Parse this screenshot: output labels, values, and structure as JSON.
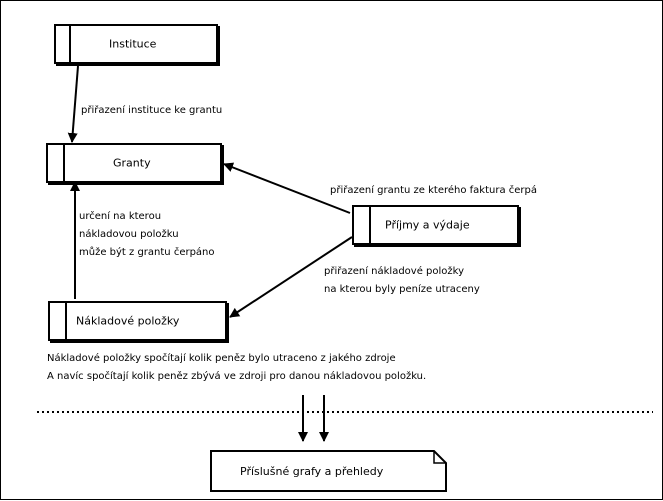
{
  "nodes": {
    "instituce": "Instituce",
    "granty": "Granty",
    "prijmy": "Příjmy a výdaje",
    "nakladove": "Nákladové položky",
    "grafy": "Příslušné grafy a přehledy"
  },
  "edges": {
    "instituce_granty": "přiřazení instituce ke grantu",
    "prijmy_granty": "přiřazení grantu ze kterého faktura čerpá",
    "nakladove_granty": [
      "určení na kterou",
      "nákladovou položku",
      "může být z grantu čerpáno"
    ],
    "prijmy_nakladove": [
      "přiřazení nákladové položky",
      "na kterou byly peníze utraceny"
    ]
  },
  "description": [
    "Nákladové položky spočítají kolik peněz bylo utraceno z jakého zdroje",
    "A navíc spočítají kolik peněz zbývá ve zdroji pro danou nákladovou položku."
  ]
}
